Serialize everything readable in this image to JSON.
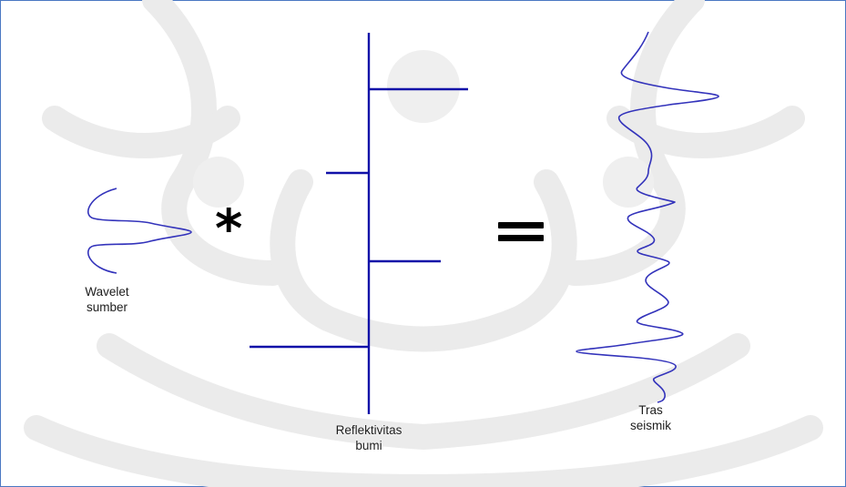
{
  "wavelet": {
    "label_line1": "Wavelet",
    "label_line2": "sumber"
  },
  "reflectivity": {
    "label_line1": "Reflektivitas",
    "label_line2": "bumi"
  },
  "trace": {
    "label_line1": "Tras",
    "label_line2": "seismik"
  },
  "operators": {
    "convolution": "*",
    "equals": "="
  },
  "colors": {
    "curve": "#3333bb",
    "frame": "#4a78c2",
    "watermark": "#e8e8e8"
  }
}
